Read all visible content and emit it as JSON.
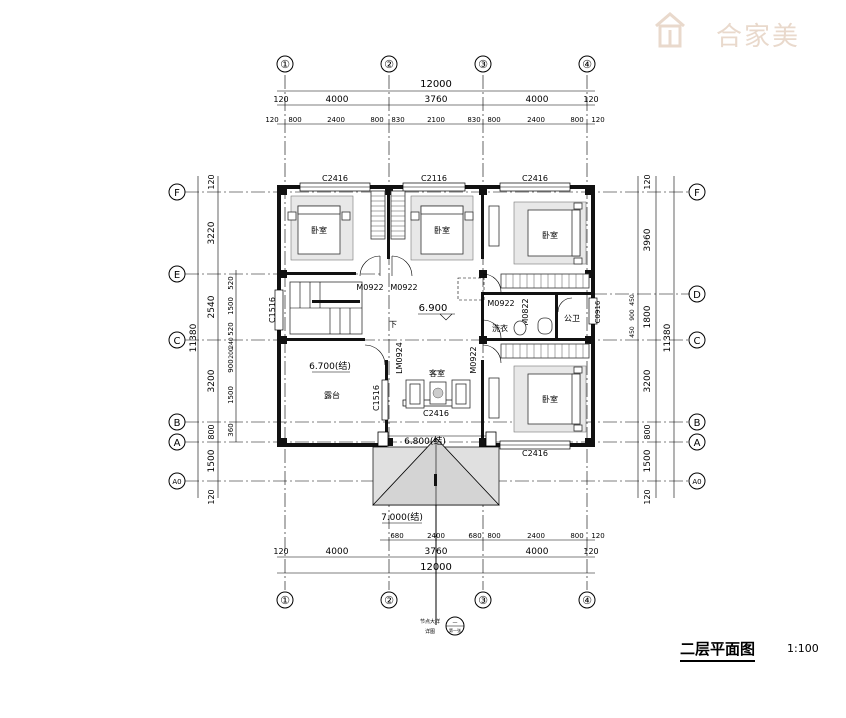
{
  "brand": {
    "name": "合家美"
  },
  "title": "二层平面图",
  "scale": "1:100",
  "axes_vertical": [
    "①",
    "②",
    "③",
    "④"
  ],
  "axes_horizontal": [
    "F",
    "E",
    "D",
    "C",
    "B",
    "A",
    "A0"
  ],
  "dims_top": {
    "total": "12000",
    "main": [
      "120",
      "4000",
      "3760",
      "4000",
      "120"
    ],
    "detail": [
      "120",
      "800",
      "2400",
      "800",
      "830",
      "2100",
      "830",
      "800",
      "2400",
      "800",
      "120"
    ]
  },
  "dims_bottom": {
    "total": "12000",
    "main": [
      "120",
      "4000",
      "3760",
      "4000",
      "120"
    ],
    "detail": [
      "680",
      "2400",
      "680",
      "800",
      "2400",
      "800",
      "120"
    ]
  },
  "dims_left": {
    "total": "11380",
    "parts": [
      "120",
      "3220",
      "2540",
      "3200",
      "800",
      "1500",
      "120"
    ],
    "detail": [
      "520",
      "1500",
      "520",
      "240",
      "200",
      "900",
      "1500",
      "360"
    ]
  },
  "dims_right": {
    "total": "11380",
    "parts": [
      "120",
      "3960",
      "1800",
      "3200",
      "800",
      "1500",
      "120"
    ],
    "detail": [
      "450",
      "900",
      "450"
    ]
  },
  "windows": [
    "C2416",
    "C2116",
    "C2416",
    "C2416",
    "C2416",
    "C1516",
    "C1516",
    "C0916"
  ],
  "doors": [
    "M0922",
    "M0922",
    "M0922",
    "M0922",
    "M0822",
    "LM0924"
  ],
  "rooms": {
    "bedroom": "卧室",
    "living": "客室",
    "terrace": "露台",
    "wash": "洗衣",
    "bath": "公卫",
    "down": "下"
  },
  "levels": {
    "floor": "6.900",
    "terrace": "6.700(结)",
    "canopy": "6.800(结)",
    "roof": "7.000(结)"
  },
  "detail_note": "节点大样",
  "detail_ref": "详图"
}
